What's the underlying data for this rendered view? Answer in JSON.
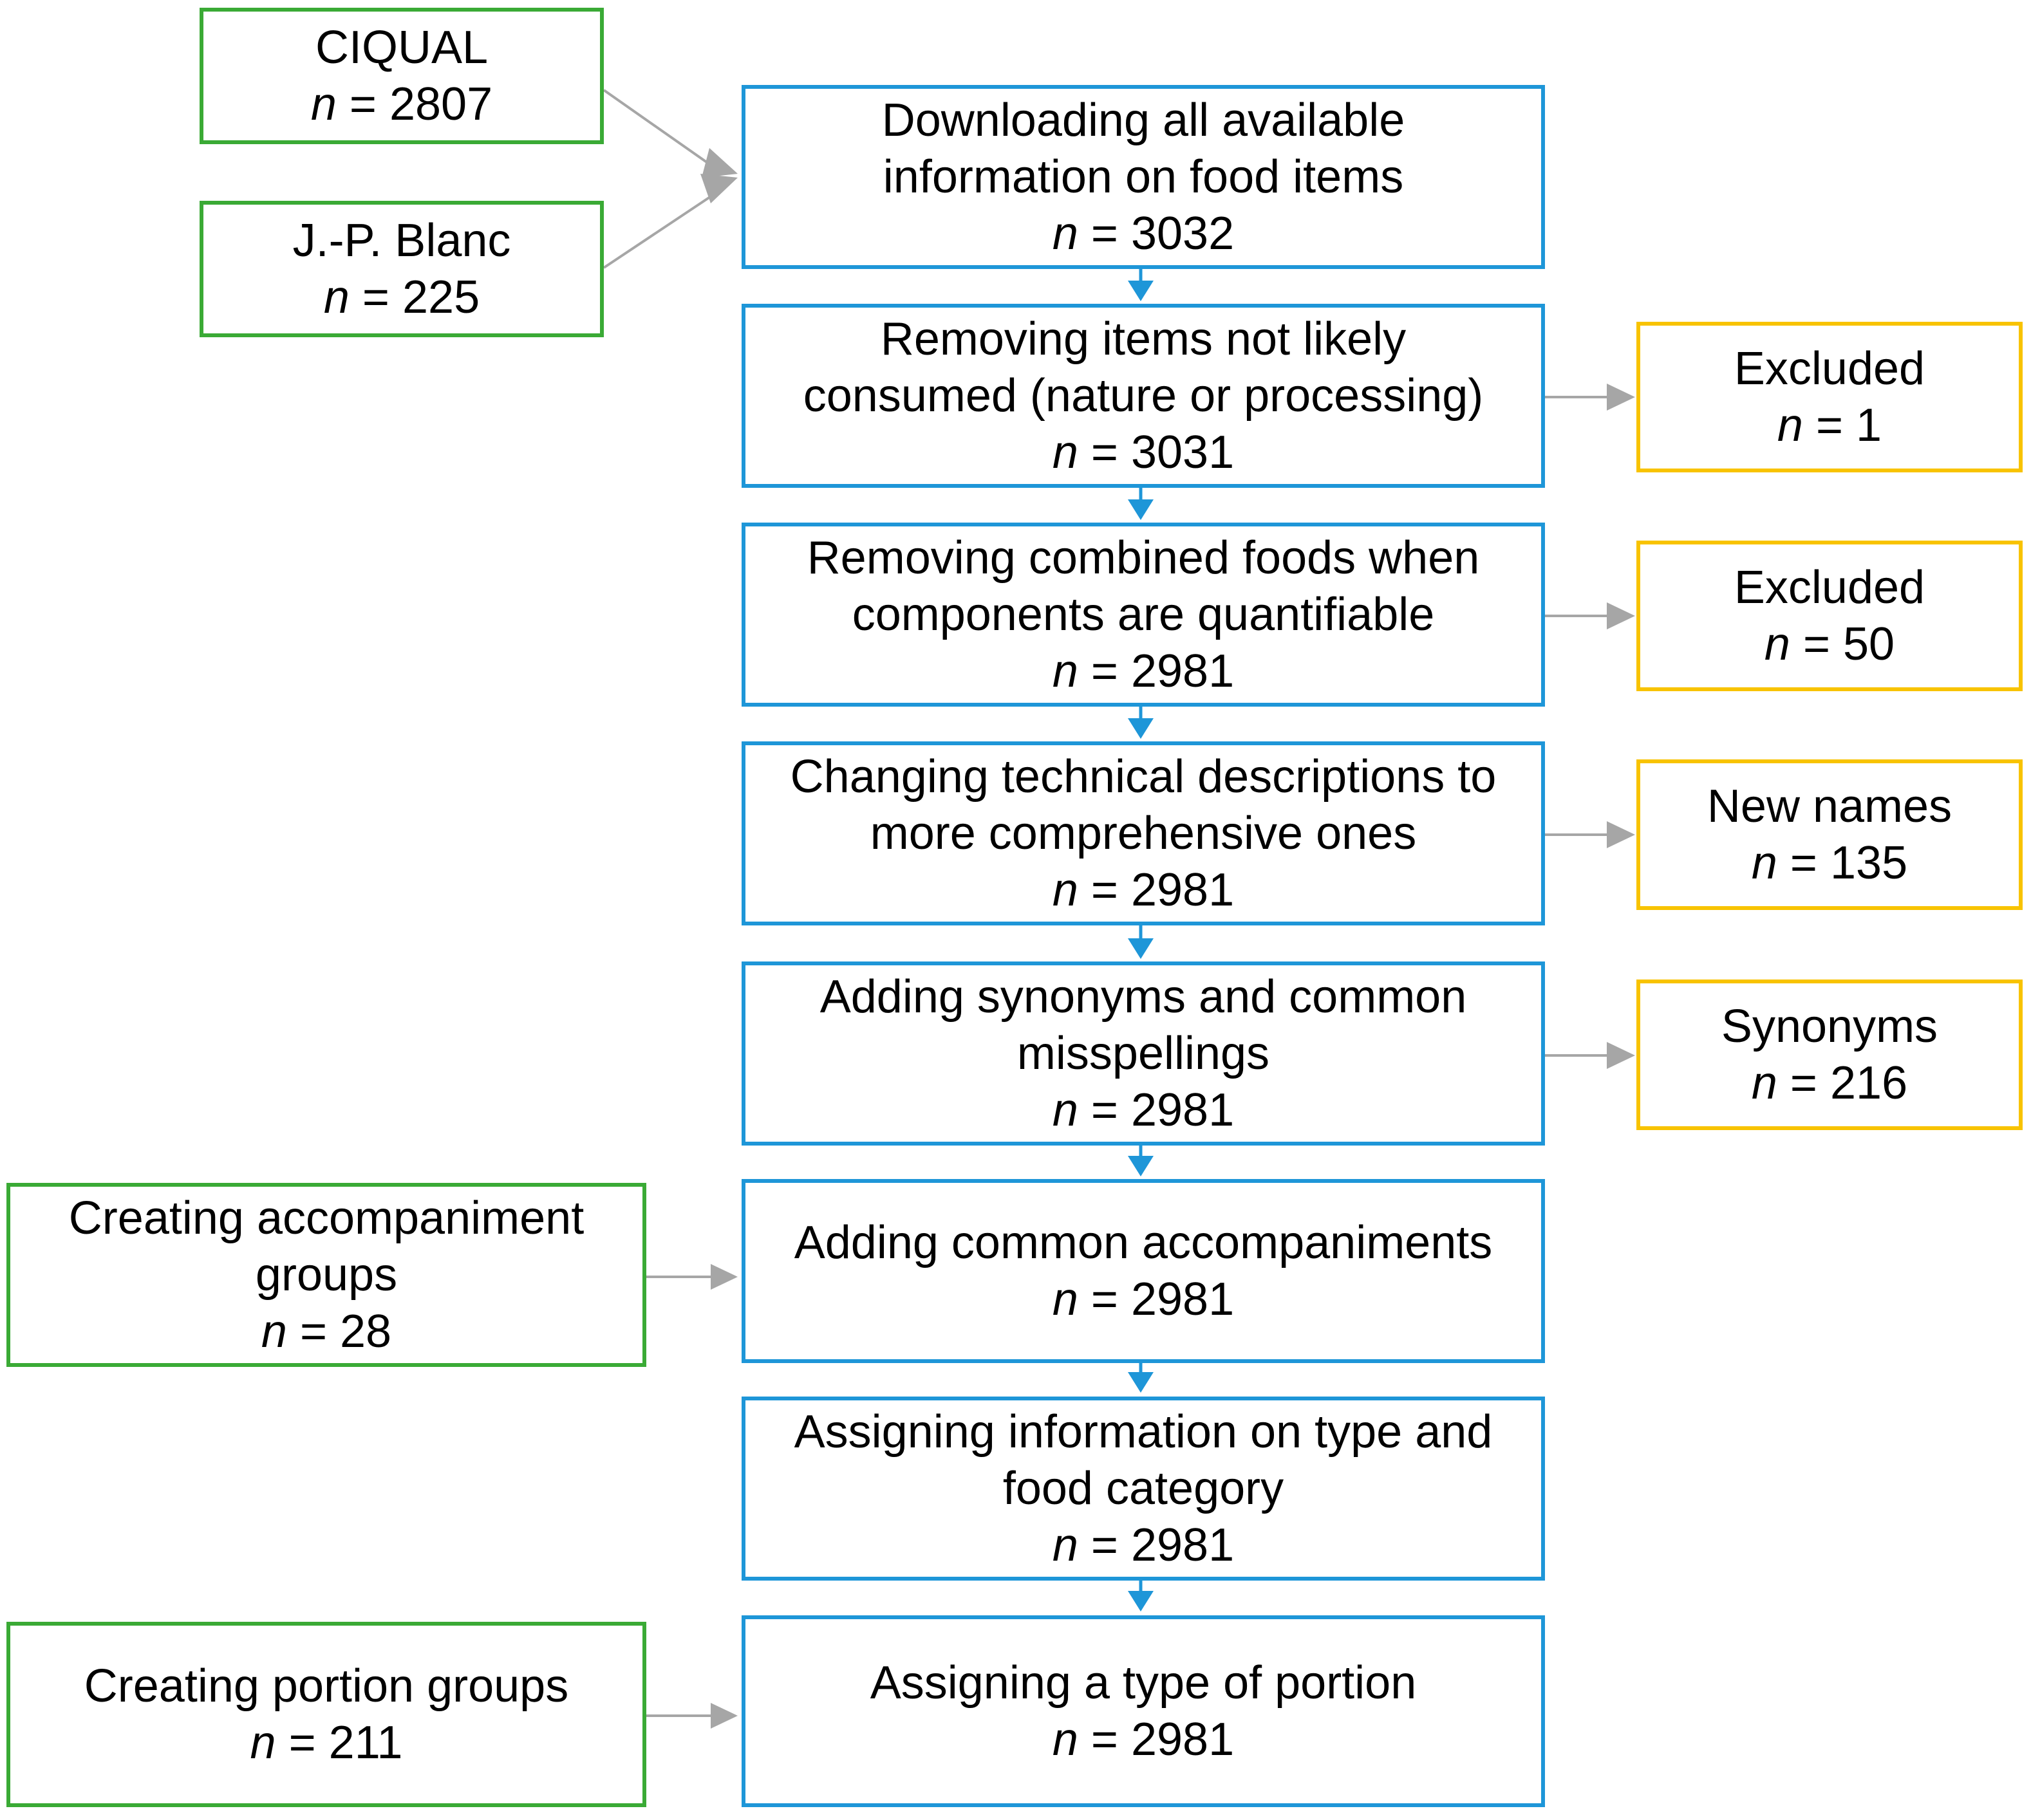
{
  "colors": {
    "source_border": "#3aaa35",
    "step_border": "#1e96d8",
    "output_border": "#f8c300",
    "side_arrow": "#a6a6a6",
    "step_arrow": "#1e96d8"
  },
  "sources": {
    "ciqual": {
      "lines": [
        "CIQUAL"
      ],
      "n_var": "n",
      "n_text": " = 2807"
    },
    "blanc": {
      "lines": [
        "J.-P. Blanc"
      ],
      "n_var": "n",
      "n_text": " = 225"
    },
    "accompaniment": {
      "lines": [
        "Creating accompaniment",
        "groups"
      ],
      "n_var": "n",
      "n_text": " = 28"
    },
    "portion": {
      "lines": [
        "Creating portion groups"
      ],
      "n_var": "n",
      "n_text": " = 211"
    }
  },
  "steps": [
    {
      "lines": [
        "Downloading all available",
        "information on food items"
      ],
      "n_var": "n",
      "n_text": " = 3032"
    },
    {
      "lines": [
        "Removing items not likely",
        "consumed (nature or processing)"
      ],
      "n_var": "n",
      "n_text": " = 3031"
    },
    {
      "lines": [
        "Removing combined foods when",
        "components are quantifiable"
      ],
      "n_var": "n",
      "n_text": " = 2981"
    },
    {
      "lines": [
        "Changing technical descriptions to",
        "more comprehensive ones"
      ],
      "n_var": "n",
      "n_text": " = 2981"
    },
    {
      "lines": [
        "Adding synonyms and common",
        "misspellings"
      ],
      "n_var": "n",
      "n_text": " = 2981"
    },
    {
      "lines": [
        "Adding common accompaniments"
      ],
      "n_var": "n",
      "n_text": " = 2981"
    },
    {
      "lines": [
        "Assigning information on type and",
        "food category"
      ],
      "n_var": "n",
      "n_text": " = 2981"
    },
    {
      "lines": [
        "Assigning a type of portion"
      ],
      "n_var": "n",
      "n_text": " = 2981"
    }
  ],
  "outputs": [
    {
      "lines": [
        "Excluded"
      ],
      "n_var": "n",
      "n_text": " = 1"
    },
    {
      "lines": [
        "Excluded"
      ],
      "n_var": "n",
      "n_text": " = 50"
    },
    {
      "lines": [
        "New names"
      ],
      "n_var": "n",
      "n_text": " = 135"
    },
    {
      "lines": [
        "Synonyms"
      ],
      "n_var": "n",
      "n_text": " = 216"
    }
  ]
}
